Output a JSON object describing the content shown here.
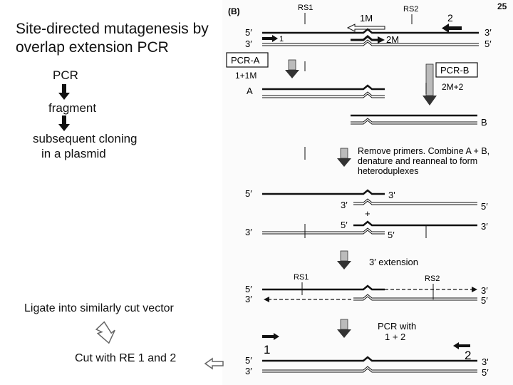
{
  "page_number": "25",
  "title": "Site-directed mutagenesis by overlap extension PCR",
  "left_flow": {
    "step1": "PCR",
    "step2": "fragment",
    "step3_line1": "subsequent cloning",
    "step3_line2": "in a plasmid"
  },
  "ligate_text": "Ligate into similarly cut vector",
  "cut_text": "Cut with RE 1 and 2",
  "figure": {
    "panel_label": "(B)",
    "rs1": "RS1",
    "rs2": "RS2",
    "primer_1m": "1M",
    "primer_2": "2",
    "primer_1": "1",
    "primer_2m": "2M",
    "five_prime": "5′",
    "three_prime": "3′",
    "three_prime_alt": "3'",
    "pcr_a": "PCR-A",
    "pcr_a_primers": "1+1M",
    "pcr_b": "PCR-B",
    "pcr_b_primers": "2M+2",
    "label_a": "A",
    "label_b": "B",
    "step_remove_l1": "Remove primers. Combine A + B,",
    "step_remove_l2": "denature and reanneal to form",
    "step_remove_l3": "heteroduplexes",
    "plus": "+",
    "extension": "3′ extension",
    "pcr_with_l1": "PCR with",
    "pcr_with_l2": "1 + 2",
    "big_1": "1",
    "big_2": "2"
  },
  "colors": {
    "line": "#111111",
    "arrow_gray": "#888888",
    "figure_bg": "#fbfbfb"
  }
}
